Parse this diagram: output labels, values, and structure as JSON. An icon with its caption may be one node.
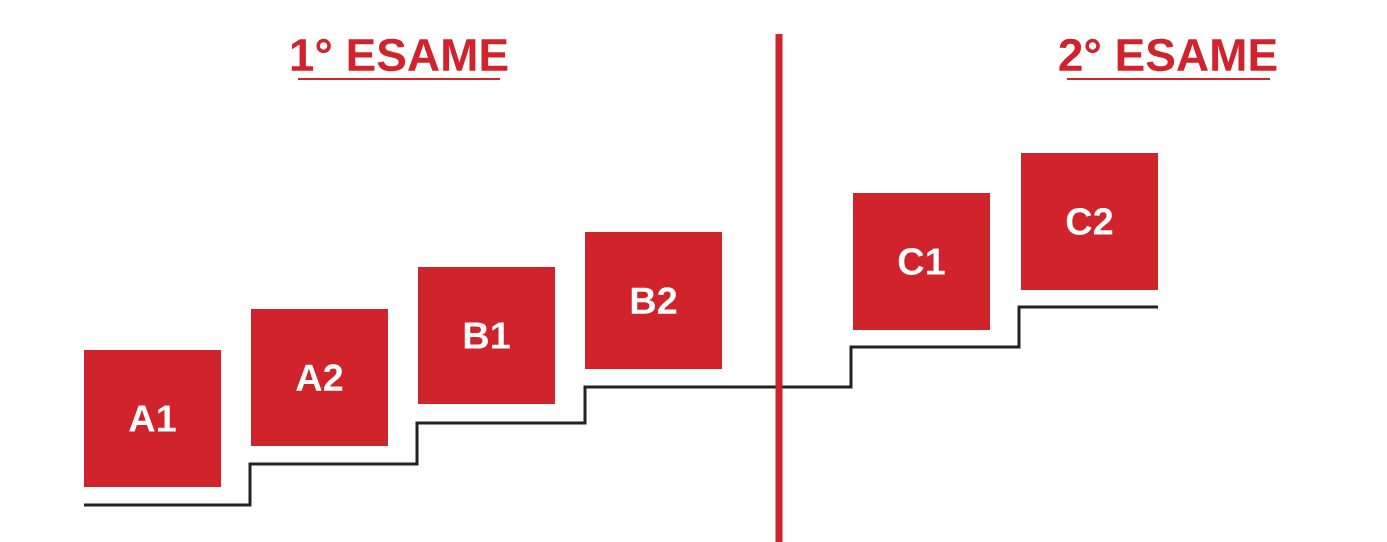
{
  "diagram": {
    "nodes": [
      {
        "text": [
          "A1"
        ]
      },
      {
        "text": [
          "A2"
        ]
      },
      {
        "text": [
          "B1"
        ]
      },
      {
        "text": [
          "B2"
        ]
      },
      {
        "text": [
          "C1"
        ]
      },
      {
        "text": [
          "C2"
        ]
      }
    ],
    "labels": [
      "1° ESAME",
      "2° ESAME"
    ]
  }
}
